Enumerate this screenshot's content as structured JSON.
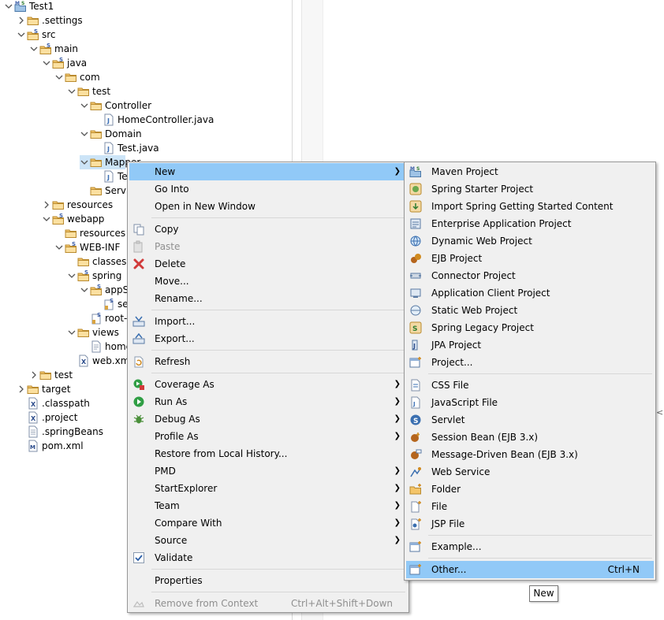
{
  "tree": [
    {
      "label": "Test1",
      "depth": 0,
      "twisty": "open",
      "icon": "maven-project-icon"
    },
    {
      "label": ".settings",
      "depth": 1,
      "twisty": "closed",
      "icon": "folder-icon"
    },
    {
      "label": "src",
      "depth": 1,
      "twisty": "open",
      "icon": "spring-folder-icon"
    },
    {
      "label": "main",
      "depth": 2,
      "twisty": "open",
      "icon": "spring-folder-icon"
    },
    {
      "label": "java",
      "depth": 3,
      "twisty": "open",
      "icon": "spring-folder-icon"
    },
    {
      "label": "com",
      "depth": 4,
      "twisty": "open",
      "icon": "folder-icon"
    },
    {
      "label": "test",
      "depth": 5,
      "twisty": "open",
      "icon": "folder-icon"
    },
    {
      "label": "Controller",
      "depth": 6,
      "twisty": "open",
      "icon": "folder-icon"
    },
    {
      "label": "HomeController.java",
      "depth": 7,
      "twisty": "",
      "icon": "java-file-icon"
    },
    {
      "label": "Domain",
      "depth": 6,
      "twisty": "open",
      "icon": "folder-icon"
    },
    {
      "label": "Test.java",
      "depth": 7,
      "twisty": "",
      "icon": "java-file-icon"
    },
    {
      "label": "Mapper",
      "depth": 6,
      "twisty": "open",
      "icon": "folder-icon",
      "selected": true
    },
    {
      "label": "Te",
      "depth": 7,
      "twisty": "",
      "icon": "java-file-icon"
    },
    {
      "label": "Servi",
      "depth": 6,
      "twisty": "",
      "icon": "folder-icon"
    },
    {
      "label": "resources",
      "depth": 3,
      "twisty": "closed",
      "icon": "folder-icon"
    },
    {
      "label": "webapp",
      "depth": 3,
      "twisty": "open",
      "icon": "spring-folder-icon"
    },
    {
      "label": "resources",
      "depth": 4,
      "twisty": "",
      "icon": "folder-icon"
    },
    {
      "label": "WEB-INF",
      "depth": 4,
      "twisty": "open",
      "icon": "spring-folder-icon"
    },
    {
      "label": "classes",
      "depth": 5,
      "twisty": "",
      "icon": "folder-icon"
    },
    {
      "label": "spring",
      "depth": 5,
      "twisty": "open",
      "icon": "spring-folder-icon"
    },
    {
      "label": "appS",
      "depth": 6,
      "twisty": "open",
      "icon": "spring-folder-icon"
    },
    {
      "label": "se",
      "depth": 7,
      "twisty": "",
      "icon": "spring-xml-icon"
    },
    {
      "label": "root-",
      "depth": 6,
      "twisty": "",
      "icon": "spring-xml-icon"
    },
    {
      "label": "views",
      "depth": 5,
      "twisty": "open",
      "icon": "folder-icon"
    },
    {
      "label": "home",
      "depth": 6,
      "twisty": "",
      "icon": "jsp-file-icon"
    },
    {
      "label": "web.xm",
      "depth": 5,
      "twisty": "",
      "icon": "xml-file-icon"
    },
    {
      "label": "test",
      "depth": 2,
      "twisty": "closed",
      "icon": "folder-icon"
    },
    {
      "label": "target",
      "depth": 1,
      "twisty": "closed",
      "icon": "folder-icon"
    },
    {
      "label": ".classpath",
      "depth": 1,
      "twisty": "",
      "icon": "xml-file-icon"
    },
    {
      "label": ".project",
      "depth": 1,
      "twisty": "",
      "icon": "xml-file-icon"
    },
    {
      "label": ".springBeans",
      "depth": 1,
      "twisty": "",
      "icon": "text-file-icon"
    },
    {
      "label": "pom.xml",
      "depth": 1,
      "twisty": "",
      "icon": "pom-file-icon"
    }
  ],
  "context_menu": {
    "items": [
      {
        "label": "New",
        "submenu": true,
        "highlighted": true
      },
      {
        "label": "Go Into"
      },
      {
        "label": "Open in New Window"
      },
      {
        "separator": true
      },
      {
        "label": "Copy",
        "icon": "copy-icon"
      },
      {
        "label": "Paste",
        "icon": "paste-icon",
        "disabled": true
      },
      {
        "label": "Delete",
        "icon": "delete-icon"
      },
      {
        "label": "Move..."
      },
      {
        "label": "Rename..."
      },
      {
        "separator": true
      },
      {
        "label": "Import...",
        "icon": "import-icon"
      },
      {
        "label": "Export...",
        "icon": "export-icon"
      },
      {
        "separator": true
      },
      {
        "label": "Refresh",
        "icon": "refresh-icon"
      },
      {
        "separator": true
      },
      {
        "label": "Coverage As",
        "icon": "coverage-icon",
        "submenu": true
      },
      {
        "label": "Run As",
        "icon": "run-icon",
        "submenu": true
      },
      {
        "label": "Debug As",
        "icon": "debug-icon",
        "submenu": true
      },
      {
        "label": "Profile As",
        "submenu": true
      },
      {
        "label": "Restore from Local History..."
      },
      {
        "label": "PMD",
        "submenu": true
      },
      {
        "label": "StartExplorer",
        "submenu": true
      },
      {
        "label": "Team",
        "submenu": true
      },
      {
        "label": "Compare With",
        "submenu": true
      },
      {
        "label": "Source",
        "submenu": true
      },
      {
        "label": "Validate",
        "icon": "checkmark-icon"
      },
      {
        "separator": true
      },
      {
        "label": "Properties"
      },
      {
        "separator": true
      },
      {
        "label": "Remove from Context",
        "icon": "remove-context-icon",
        "disabled": true,
        "shortcut": "Ctrl+Alt+Shift+Down"
      }
    ]
  },
  "new_submenu": {
    "items": [
      {
        "label": "Maven Project",
        "icon": "maven-project-icon"
      },
      {
        "label": "Spring Starter Project",
        "icon": "spring-starter-icon"
      },
      {
        "label": "Import Spring Getting Started Content",
        "icon": "spring-import-icon"
      },
      {
        "label": "Enterprise Application Project",
        "icon": "ear-project-icon"
      },
      {
        "label": "Dynamic Web Project",
        "icon": "web-project-icon"
      },
      {
        "label": "EJB Project",
        "icon": "ejb-project-icon"
      },
      {
        "label": "Connector Project",
        "icon": "connector-project-icon"
      },
      {
        "label": "Application Client Project",
        "icon": "app-client-project-icon"
      },
      {
        "label": "Static Web Project",
        "icon": "static-web-project-icon"
      },
      {
        "label": "Spring Legacy Project",
        "icon": "spring-legacy-icon"
      },
      {
        "label": "JPA Project",
        "icon": "jpa-project-icon"
      },
      {
        "label": "Project...",
        "icon": "new-project-icon"
      },
      {
        "separator": true
      },
      {
        "label": "CSS File",
        "icon": "css-file-icon"
      },
      {
        "label": "JavaScript File",
        "icon": "js-file-icon"
      },
      {
        "label": "Servlet",
        "icon": "servlet-icon"
      },
      {
        "label": "Session Bean (EJB 3.x)",
        "icon": "session-bean-icon"
      },
      {
        "label": "Message-Driven Bean (EJB 3.x)",
        "icon": "mdb-icon"
      },
      {
        "label": "Web Service",
        "icon": "web-service-icon"
      },
      {
        "label": "Folder",
        "icon": "new-folder-icon"
      },
      {
        "label": "File",
        "icon": "new-file-icon"
      },
      {
        "label": "JSP File",
        "icon": "jsp-new-icon"
      },
      {
        "separator": true
      },
      {
        "label": "Example...",
        "icon": "example-icon"
      },
      {
        "separator": true
      },
      {
        "label": "Other...",
        "icon": "other-icon",
        "highlighted": true,
        "shortcut": "Ctrl+N"
      }
    ]
  },
  "tooltip": {
    "text": "New"
  },
  "colors": {
    "highlight": "#91c9f7",
    "selection": "#cce4f7",
    "menu_bg": "#f0f0f0"
  }
}
